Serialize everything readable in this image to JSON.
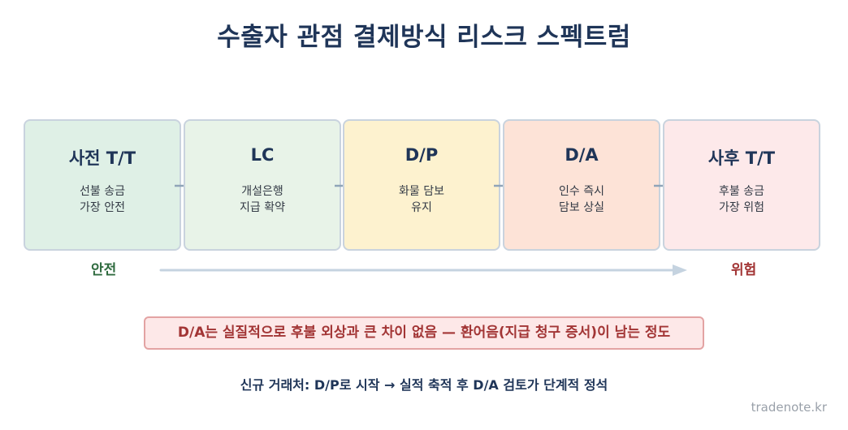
{
  "title": "수출자 관점 결제방식 리스크 스펙트럼",
  "steps": [
    {
      "name": "사전 T/T",
      "lines": [
        "선불 송금",
        "가장 안전"
      ],
      "fill": "#dff0e6"
    },
    {
      "name": "LC",
      "lines": [
        "개설은행",
        "지급 확약"
      ],
      "fill": "#e8f3e8"
    },
    {
      "name": "D/P",
      "lines": [
        "화물 담보",
        "유지"
      ],
      "fill": "#fdf2cf"
    },
    {
      "name": "D/A",
      "lines": [
        "인수 즉시",
        "담보 상실"
      ],
      "fill": "#fde3d7"
    },
    {
      "name": "사후 T/T",
      "lines": [
        "후불 송금",
        "가장 위험"
      ],
      "fill": "#fde9ea"
    }
  ],
  "spectrum": {
    "safe_label": "안전",
    "risk_label": "위험",
    "safe_color": "#2f6b3f",
    "risk_color": "#a23535",
    "arrow_color": "#c5d3e0"
  },
  "note": "D/A는 실질적으로 후불 외상과 큰 차이 없음 — 환어음(지급 청구 증서)이 남는 정도",
  "footer": "신규 거래처: D/P로 시작 → 실적 축적 후 D/A 검토가 단계적 정석",
  "brand": "tradenote.kr"
}
